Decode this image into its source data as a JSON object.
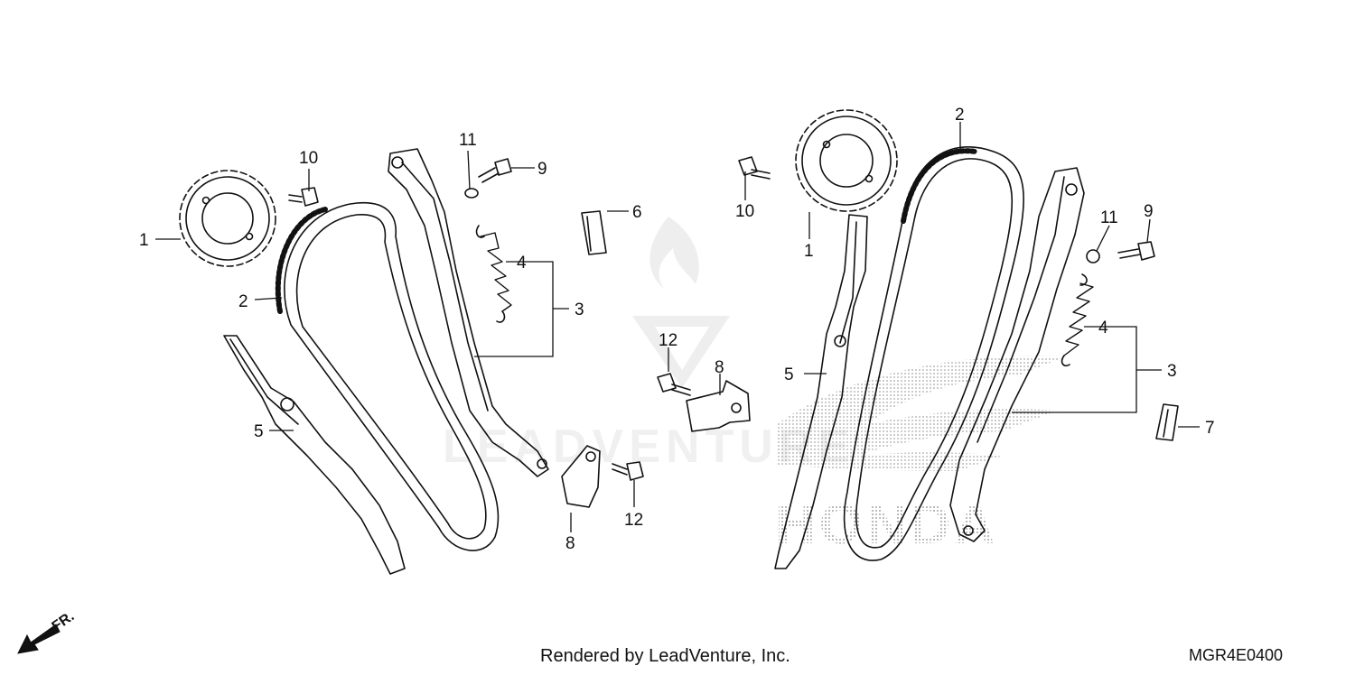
{
  "diagram": {
    "callouts": [
      "1",
      "2",
      "3",
      "4",
      "5",
      "6",
      "7",
      "8",
      "9",
      "10",
      "11",
      "12"
    ],
    "direction_label": "FR.",
    "credit": "Rendered by LeadVenture, Inc.",
    "diagram_code": "MGR4E0400"
  },
  "watermark": {
    "leadventure_text": "LEADVENTURE",
    "brand_text": "HONDA"
  },
  "colors": {
    "ink": "#111111",
    "watermark": "#cfcfcf",
    "dots": "#8a8a8a"
  }
}
